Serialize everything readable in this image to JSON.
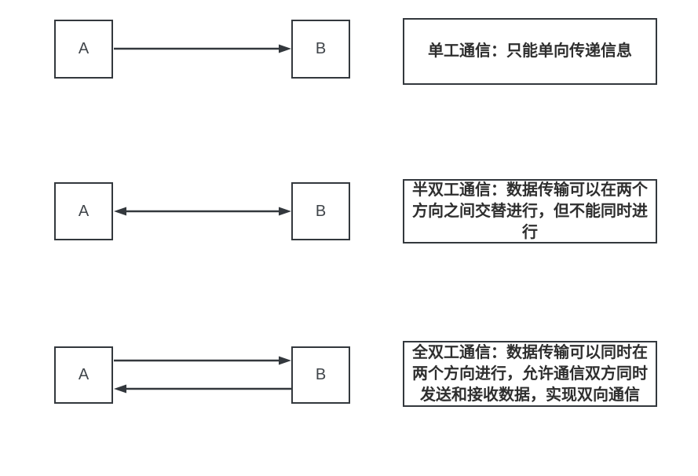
{
  "colors": {
    "background": "#ffffff",
    "stroke": "#33383d",
    "text": "#2e2e2e"
  },
  "rows": [
    {
      "name": "simplex",
      "node_a_label": "A",
      "node_b_label": "B",
      "arrow_direction": "a-to-b",
      "description": "单工通信：只能单向传递信息"
    },
    {
      "name": "half-duplex",
      "node_a_label": "A",
      "node_b_label": "B",
      "arrow_direction": "bidirectional-single-line",
      "description": "半双工通信：数据传输可以在两个方向之间交替进行，但不能同时进行"
    },
    {
      "name": "full-duplex",
      "node_a_label": "A",
      "node_b_label": "B",
      "arrow_direction": "two-opposite-lines",
      "description": "全双工通信：数据传输可以同时在两个方向进行，允许通信双方同时发送和接收数据，实现双向通信"
    }
  ]
}
